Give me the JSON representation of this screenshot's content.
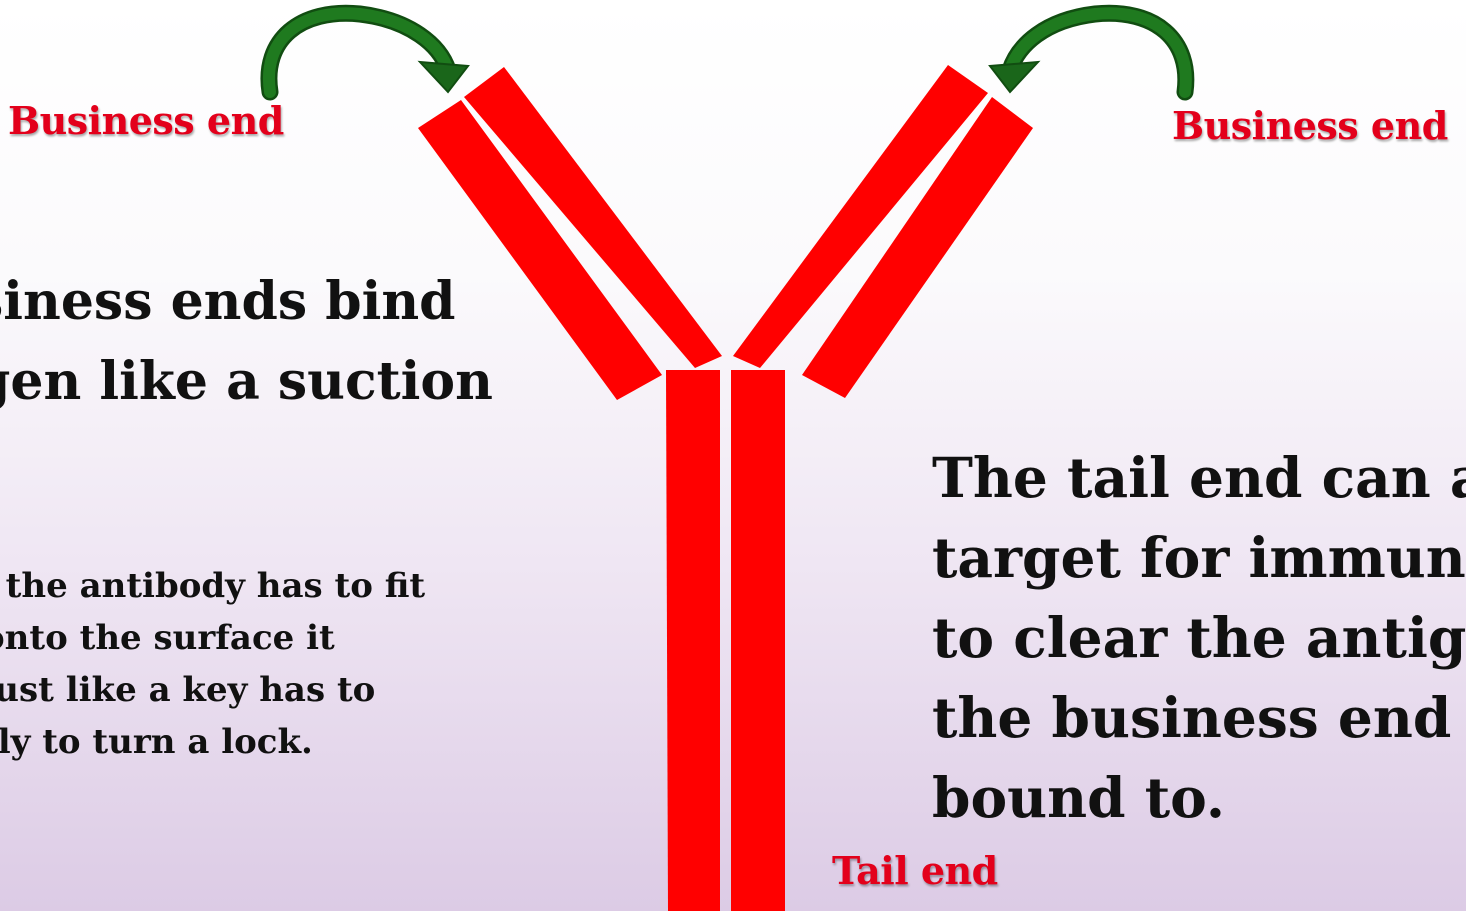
{
  "labels": {
    "business_end_left": "Business end",
    "business_end_right": "Business end",
    "tail_end": "Tail end"
  },
  "paragraphs": {
    "bind": [
      "siness ends bind",
      "gen like a suction"
    ],
    "fit": [
      ", the antibody has to fit",
      " onto the surface it",
      " just like a key has to",
      "tly to turn a lock."
    ],
    "tail": [
      "The tail end can ac",
      "target for immune",
      "to clear the antigen",
      "the business end is",
      "bound to."
    ]
  },
  "colors": {
    "antibody": "#ff0000",
    "arrow": "#1f7a1f",
    "label": "#e3001b",
    "text": "#111111"
  },
  "icons": {
    "arrow_left": "curved-arrow-icon",
    "arrow_right": "curved-arrow-icon"
  }
}
